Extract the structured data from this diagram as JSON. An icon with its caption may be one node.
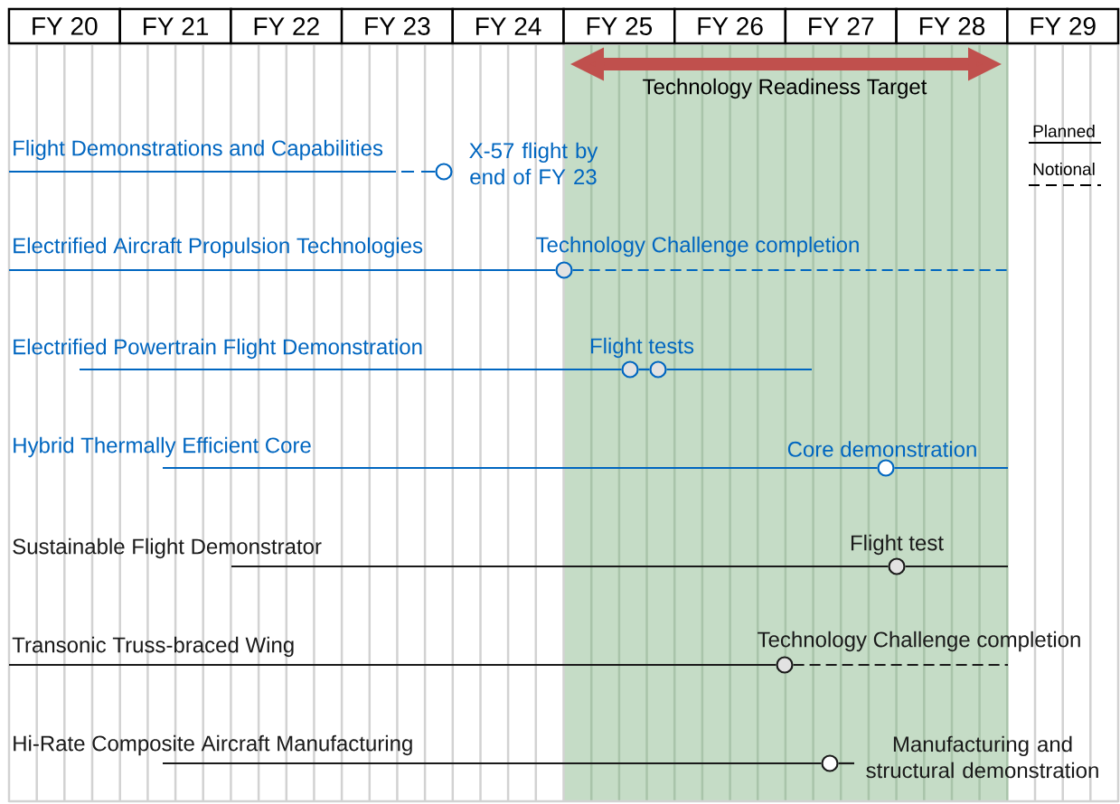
{
  "diagram": {
    "nodes": [
      {
        "text": [
          "FY 20"
        ]
      },
      {
        "text": [
          "FY 21"
        ]
      },
      {
        "text": [
          "FY 22"
        ]
      },
      {
        "text": [
          "FY 23"
        ]
      },
      {
        "text": [
          "FY 24"
        ]
      },
      {
        "text": [
          "FY 25"
        ]
      },
      {
        "text": [
          "FY 26"
        ]
      },
      {
        "text": [
          "FY 27"
        ]
      },
      {
        "text": [
          "FY 28"
        ]
      },
      {
        "text": [
          "FY 29"
        ]
      },
      {
        "text": [
          "Flight Demonstrations and Capabilities"
        ]
      },
      {
        "text": [],
        "shape": "circle",
        "beside": [
          "X-57 flight by end of FY 23"
        ]
      },
      {
        "text": [
          "Electrified Aircraft Propulsion Technologies"
        ]
      },
      {
        "text": [],
        "shape": "circle",
        "beside": [
          "Technology Challenge completion"
        ]
      },
      {
        "text": [
          "Electrified Powertrain Flight Demonstration"
        ]
      },
      {
        "text": [],
        "shape": "circle",
        "beside": [
          "Flight tests"
        ]
      },
      {
        "text": [],
        "shape": "circle"
      },
      {
        "text": [
          "Hybrid Thermally Efficient Core"
        ]
      },
      {
        "text": [],
        "shape": "circle",
        "beside": [
          "Core demonstration"
        ]
      },
      {
        "text": [
          "Sustainable Flight Demonstrator"
        ]
      },
      {
        "text": [],
        "shape": "circle",
        "beside": [
          "Flight test"
        ]
      },
      {
        "text": [
          "Transonic Truss-braced Wing"
        ]
      },
      {
        "text": [],
        "shape": "circle",
        "beside": [
          "Technology Challenge completion"
        ]
      },
      {
        "text": [
          "Hi-Rate Composite Aircraft Manufacturing"
        ]
      },
      {
        "text": [],
        "shape": "circle",
        "beside": [
          "Manufacturing and structural demonstration"
        ]
      }
    ],
    "edges": [
      {
        "from": 10,
        "to": 11,
        "arrow": "none",
        "style": "dashed"
      },
      {
        "from": 12,
        "to": 13,
        "arrow": "none"
      },
      {
        "from": 13,
        "to": null,
        "arrow": "none",
        "style": "dashed"
      },
      {
        "from": 14,
        "to": 15,
        "arrow": "none"
      },
      {
        "from": 15,
        "to": 16,
        "arrow": "none"
      },
      {
        "from": 16,
        "to": null,
        "arrow": "none"
      },
      {
        "from": 17,
        "to": 18,
        "arrow": "none"
      },
      {
        "from": 18,
        "to": null,
        "arrow": "none"
      },
      {
        "from": 19,
        "to": 20,
        "arrow": "none",
        "color": "#1a1a1a"
      },
      {
        "from": 20,
        "to": null,
        "arrow": "none",
        "color": "#1a1a1a"
      },
      {
        "from": 21,
        "to": 22,
        "arrow": "none",
        "color": "#1a1a1a"
      },
      {
        "from": 22,
        "to": null,
        "arrow": "none",
        "style": "dashed",
        "color": "#1a1a1a"
      },
      {
        "from": 23,
        "to": 24,
        "arrow": "none",
        "color": "#1a1a1a"
      },
      {
        "from": 24,
        "to": null,
        "arrow": "none",
        "color": "#1a1a1a"
      }
    ],
    "labels": [
      "Technology Readiness Target"
    ],
    "legend": [
      {
        "text": "Planned"
      },
      {
        "text": "Notional"
      }
    ]
  }
}
